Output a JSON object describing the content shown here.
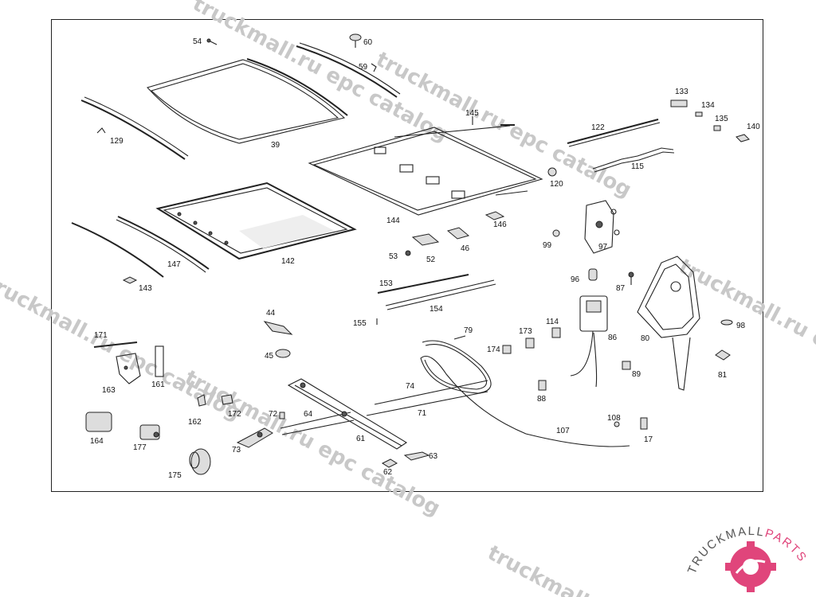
{
  "watermark": {
    "text_1": "truckmall.ru epc catalog",
    "text_2": "truckmall.ru epc catalog",
    "text_3": "truckmall.ru epc catalog",
    "text_4": "truckmall.ru epc catalog",
    "text_5": "truckmall.ru epc catalog"
  },
  "logo": {
    "text_left": "TRUCKMALL",
    "text_right": "PARTS",
    "accent": "#e0457b"
  },
  "labels": {
    "p54": "54",
    "p60": "60",
    "p59": "59",
    "p39": "39",
    "p129": "129",
    "p145": "145",
    "p122": "122",
    "p133": "133",
    "p134": "134",
    "p135": "135",
    "p140": "140",
    "p115": "115",
    "p120": "120",
    "p144": "144",
    "p146": "146",
    "p142": "142",
    "p147": "147",
    "p143": "143",
    "p53": "53",
    "p52": "52",
    "p46": "46",
    "p97": "97",
    "p99": "99",
    "p153": "153",
    "p154": "154",
    "p96": "96",
    "p87": "87",
    "p44": "44",
    "p155": "155",
    "p79": "79",
    "p173": "173",
    "p114": "114",
    "p174": "174",
    "p86": "86",
    "p80": "80",
    "p98": "98",
    "p171": "171",
    "p45": "45",
    "p163": "163",
    "p161": "161",
    "p89": "89",
    "p81": "81",
    "p74": "74",
    "p88": "88",
    "p162": "162",
    "p172": "172",
    "p72": "72",
    "p64": "64",
    "p71": "71",
    "p108": "108",
    "p164": "164",
    "p177": "177",
    "p61": "61",
    "p107": "107",
    "p17": "17",
    "p73": "73",
    "p63": "63",
    "p62": "62",
    "p175": "175"
  }
}
